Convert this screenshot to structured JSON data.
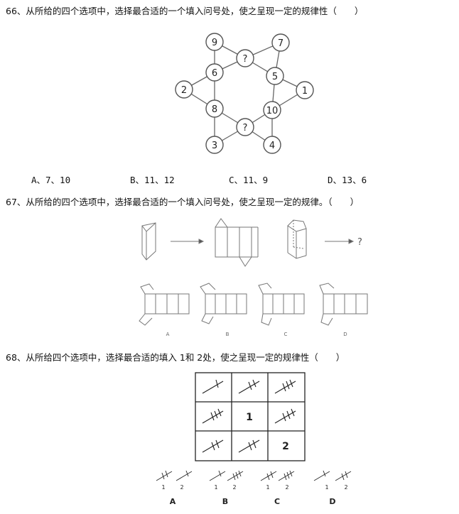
{
  "q66": {
    "text": "66、从所给的四个选项中，选择最合适的一个填入问号处，使之呈现一定的规律性（　　）",
    "nodes": [
      "9",
      "?",
      "7",
      "6",
      "5",
      "2",
      "1",
      "8",
      "10",
      "?",
      "3",
      "4"
    ],
    "options": [
      "A、7、10",
      "B、11、12",
      "C、11、9",
      "D、13、6"
    ]
  },
  "q67": {
    "text": "67、从所给的四个选项中，选择最合适的一个填入问号处，使之呈现一定的规律。（　　）",
    "question_mark": "?",
    "option_labels": [
      "A",
      "B",
      "C",
      "D"
    ]
  },
  "q68": {
    "text": "68、从所给四个选项中，选择最合适的填入 1和 2处，使之呈现一定的规律性（　　）",
    "grid_labels": [
      "1",
      "2"
    ],
    "option_labels": [
      "A",
      "B",
      "C",
      "D"
    ],
    "sub_labels": [
      "1",
      "2"
    ]
  }
}
